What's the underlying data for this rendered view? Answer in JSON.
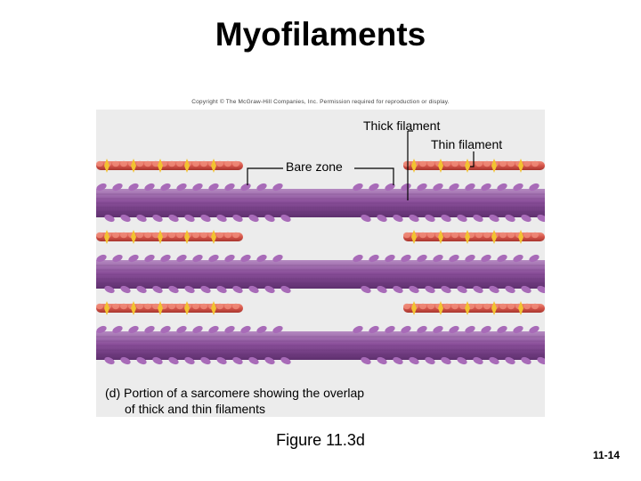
{
  "slide": {
    "title": "Myofilaments",
    "copyright": "Copyright © The McGraw-Hill Companies, Inc. Permission required for reproduction or display.",
    "figure_number": "Figure 11.3d",
    "page_number": "11-14"
  },
  "figure": {
    "labels": {
      "thick_filament": "Thick filament",
      "thin_filament": "Thin filament",
      "bare_zone": "Bare zone"
    },
    "caption_line1": "(d)  Portion of a sarcomere showing the overlap",
    "caption_line2": "of thick and thin filaments"
  },
  "colors": {
    "thick_filament": "#8a4f9a",
    "thick_filament_dark": "#5e2f6e",
    "myosin_head": "#a86bb8",
    "thin_filament": "#d5554a",
    "thin_filament_light": "#ef8a78",
    "troponin": "#f2c230",
    "figure_bg": "#ececec"
  }
}
